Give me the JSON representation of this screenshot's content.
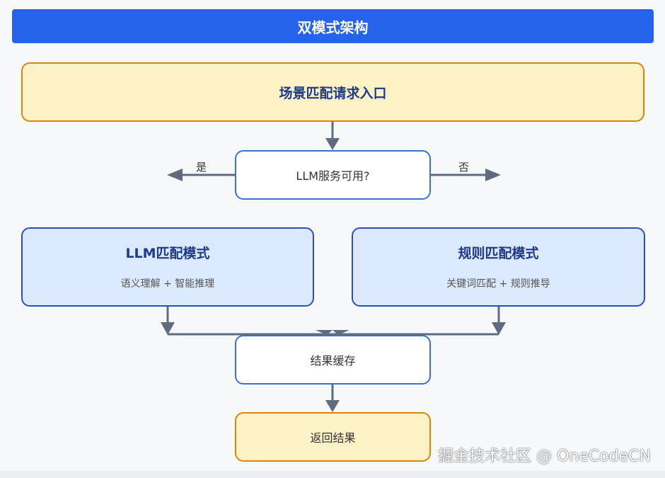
{
  "header": {
    "title": "双模式架构"
  },
  "entry": {
    "title": "场景匹配请求入口"
  },
  "decision": {
    "question": "LLM服务可用?",
    "yes_label": "是",
    "no_label": "否"
  },
  "llm_mode": {
    "title": "LLM匹配模式",
    "subtitle": "语义理解 + 智能推理"
  },
  "rule_mode": {
    "title": "规则匹配模式",
    "subtitle": "关键词匹配 + 规则推导"
  },
  "cache": {
    "label": "结果缓存"
  },
  "result": {
    "label": "返回结果"
  },
  "watermark": {
    "text": "掘金技术社区 @ OneCodeCN"
  },
  "colors": {
    "header_bg": "#2563eb",
    "entry_fill": "#fdf2c6",
    "entry_border": "#d9860e",
    "mode_fill": "#dbe9fc",
    "mode_border": "#2f4fb8",
    "node_border": "#3b6fd6",
    "arrow": "#5f6b7e"
  }
}
